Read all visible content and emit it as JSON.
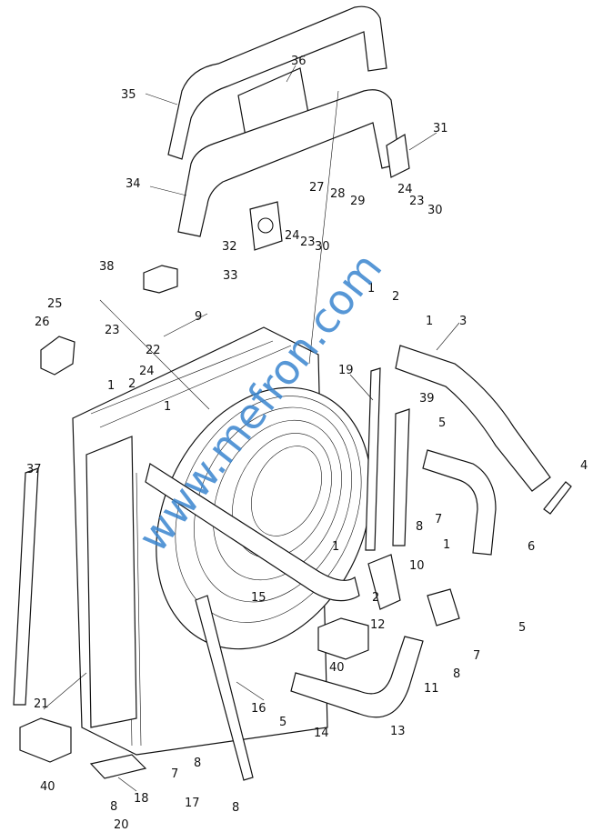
{
  "diagram": {
    "title": "Radiator assembly exploded view",
    "watermark": "www.mefron.com",
    "callouts": [
      "35",
      "36",
      "31",
      "34",
      "27",
      "28",
      "29",
      "24",
      "23",
      "30",
      "32",
      "24",
      "23",
      "30",
      "33",
      "38",
      "25",
      "26",
      "23",
      "22",
      "24",
      "9",
      "1",
      "2",
      "1",
      "3",
      "19",
      "39",
      "5",
      "4",
      "1",
      "2",
      "1",
      "37",
      "8",
      "7",
      "6",
      "1",
      "10",
      "1",
      "15",
      "2",
      "12",
      "5",
      "40",
      "7",
      "8",
      "11",
      "21",
      "16",
      "5",
      "14",
      "13",
      "40",
      "8",
      "7",
      "18",
      "8",
      "20",
      "17",
      "8"
    ]
  }
}
